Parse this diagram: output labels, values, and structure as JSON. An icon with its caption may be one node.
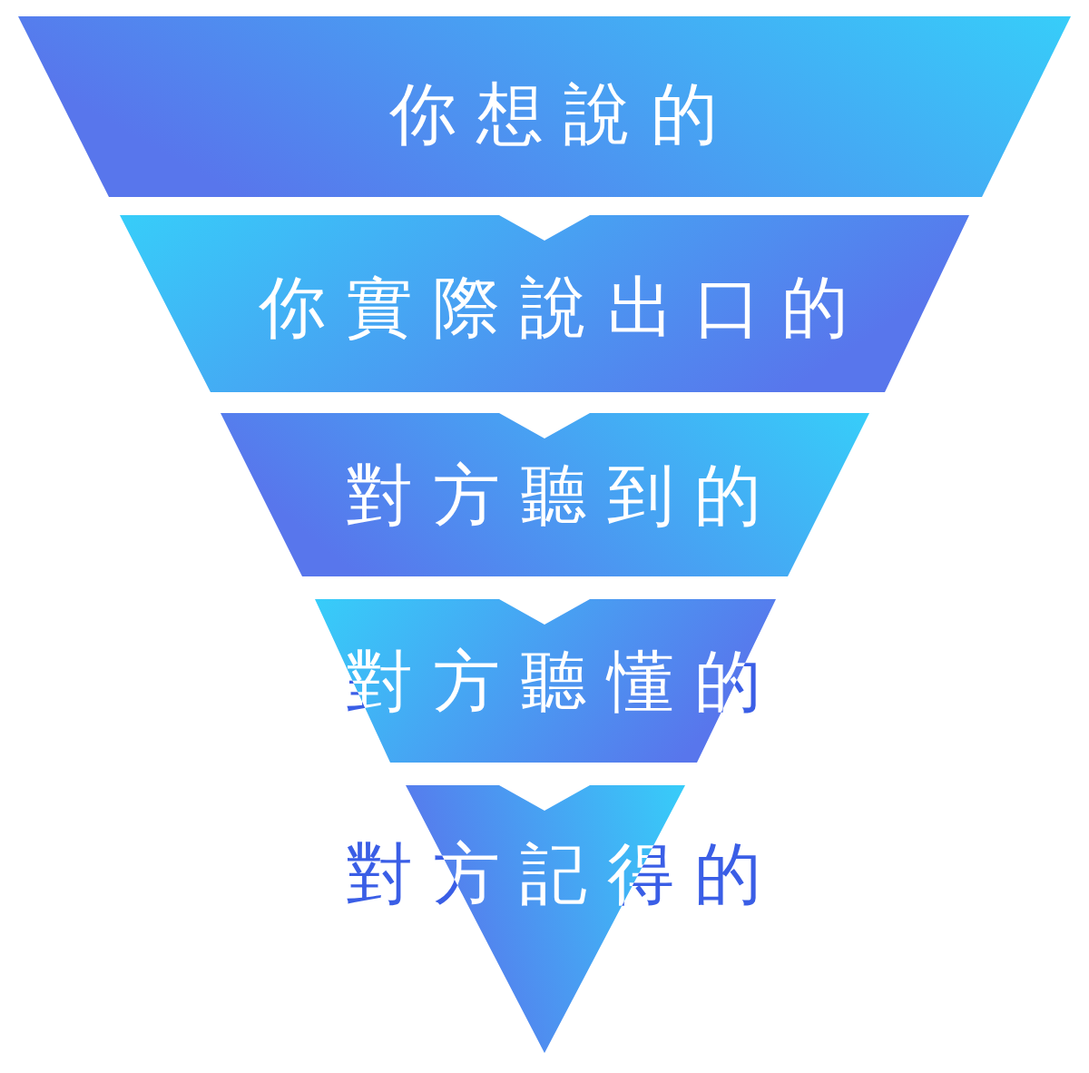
{
  "diagram": {
    "nodes": [
      {
        "text": [
          "你想說的"
        ]
      },
      {
        "text": [
          "你實際說出口的"
        ]
      },
      {
        "text": [
          "對方聽到的"
        ]
      },
      {
        "text": [
          "對方聽懂的"
        ]
      },
      {
        "text": [
          "對方記得的"
        ]
      }
    ]
  }
}
